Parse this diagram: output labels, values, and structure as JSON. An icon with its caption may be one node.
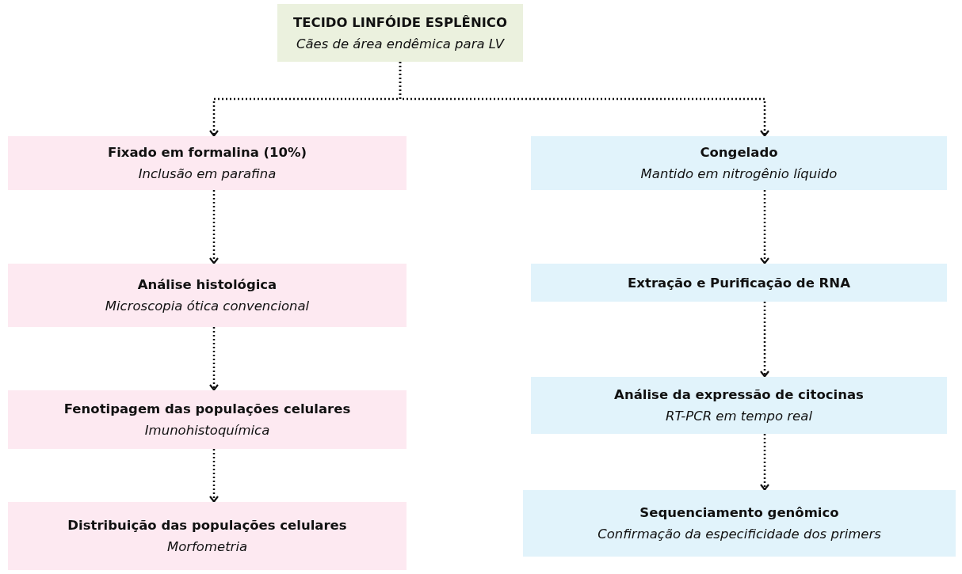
{
  "diagram": {
    "nodes": [
      {
        "text": [
          "TECIDO LINFÓIDE ESPLÊNICO",
          "Cães de área endêmica para LV"
        ]
      },
      {
        "text": [
          "Fixado em formalina (10%)",
          "Inclusão em parafina"
        ]
      },
      {
        "text": [
          "Congelado",
          "Mantido em nitrogênio líquido"
        ]
      },
      {
        "text": [
          "Análise histológica",
          "Microscopia ótica convencional"
        ]
      },
      {
        "text": [
          "Extração e Purificação de RNA"
        ]
      },
      {
        "text": [
          "Fenotipagem das populações celulares",
          "Imunohistoquímica"
        ]
      },
      {
        "text": [
          "Análise da expressão de citocinas",
          "RT-PCR em tempo real"
        ]
      },
      {
        "text": [
          "Distribuição das populações celulares",
          "Morfometria"
        ]
      },
      {
        "text": [
          "Sequenciamento genômico",
          "Confirmação da especificidade dos primers"
        ]
      }
    ],
    "edges": [
      {
        "from": 0,
        "to": 1,
        "arrow": "to"
      },
      {
        "from": 0,
        "to": 2,
        "arrow": "to"
      },
      {
        "from": 1,
        "to": 3,
        "arrow": "to"
      },
      {
        "from": 3,
        "to": 5,
        "arrow": "to"
      },
      {
        "from": 5,
        "to": 7,
        "arrow": "to"
      },
      {
        "from": 2,
        "to": 4,
        "arrow": "to"
      },
      {
        "from": 4,
        "to": 6,
        "arrow": "to"
      },
      {
        "from": 6,
        "to": 8,
        "arrow": "to"
      }
    ]
  }
}
